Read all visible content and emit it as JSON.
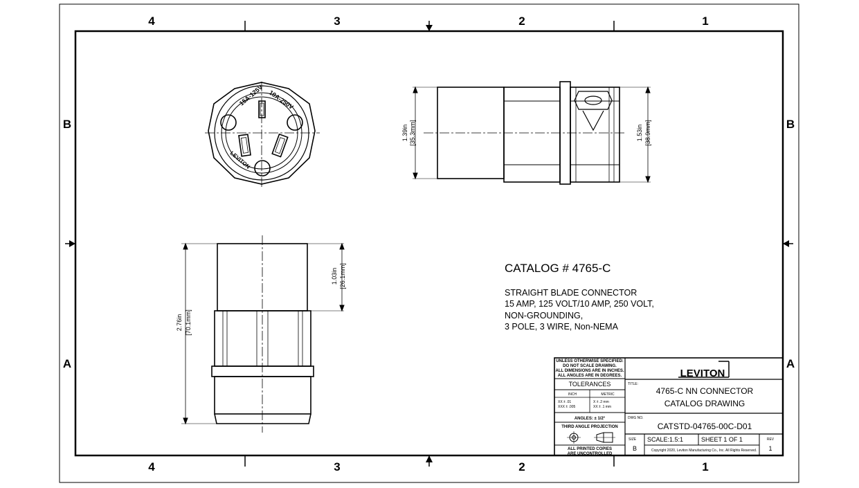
{
  "zones": {
    "columns": [
      "4",
      "3",
      "2",
      "1"
    ],
    "rows": [
      "B",
      "A"
    ]
  },
  "catalog": {
    "number": "CATALOG # 4765-C",
    "lines": [
      "STRAIGHT BLADE CONNECTOR",
      "15 AMP, 125 VOLT/10 AMP, 250 VOLT,",
      "NON-GROUNDING,",
      "3 POLE, 3 WIRE, Non-NEMA"
    ]
  },
  "dimensions": {
    "side_diameter_front": [
      "1.39in",
      "[35.3mm]"
    ],
    "side_diameter_rear": [
      "1.53in",
      "[38.9mm]"
    ],
    "bottom_length": [
      "2.76in",
      "[70.1mm]"
    ],
    "bottom_upper": [
      "1.03in",
      "[26.1mm]"
    ]
  },
  "face_labels": {
    "left": "15A-125V",
    "right": "10A-250V",
    "bottom": "LEVITON"
  },
  "title_block": {
    "notes": [
      "UNLESS OTHERWISE SPECIFIED:",
      "DO NOT SCALE DRAWING.",
      "ALL DIMENSIONS ARE IN INCHES.",
      "ALL ANGLES ARE IN DEGREES."
    ],
    "tolerances_label": "TOLERANCES",
    "inch_label": "INCH",
    "metric_label": "METRIC",
    "inch_values": [
      "XX  ±  .01",
      "XXX  ±  .005"
    ],
    "metric_values": [
      "X  ±  .2 mm",
      "XX  ±  .1 mm"
    ],
    "angles": "ANGLES: ± 1/2°",
    "projection": "THIRD ANGLE PROJECTION",
    "printed_copies": [
      "ALL PRINTED COPIES",
      "ARE UNCONTROLLED"
    ],
    "logo": "LEVITON",
    "title_label": "TITLE:",
    "title_lines": [
      "4765-C NN CONNECTOR",
      "CATALOG DRAWING"
    ],
    "dwg_label": "DWG NO.",
    "dwg_number": "CATSTD-04765-00C-D01",
    "size_label": "SIZE",
    "size_value": "B",
    "scale": "SCALE:1.5:1",
    "sheet": "SHEET 1 OF 1",
    "rev_label": "REV",
    "rev_value": "1",
    "copyright": "Copyright 2020, Leviton Manufacturing Co., Inc. All Rights Reserved."
  }
}
